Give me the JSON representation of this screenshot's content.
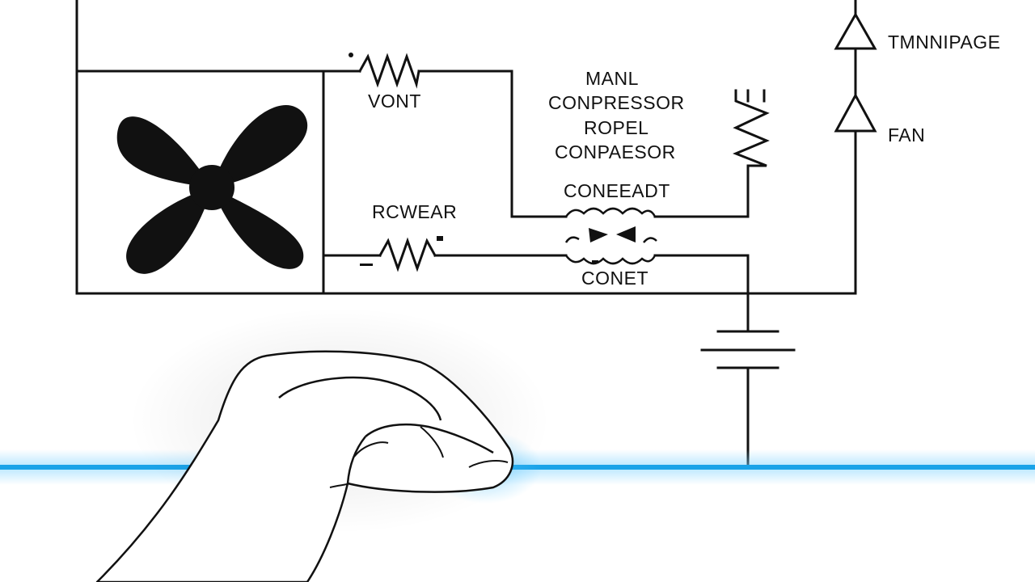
{
  "labels": {
    "top_right": "TMNNIPAGE",
    "fan": "FAN",
    "resistor_top": "VONT",
    "compressor_1": "MANL",
    "compressor_2": "CONPRESSOR",
    "compressor_3": "ROPEL",
    "compressor_4": "CONPAESOR",
    "contact_top": "CONEEADT",
    "resistor_bottom": "RCWEAR",
    "contact_bottom": "CONET"
  },
  "colors": {
    "line": "#111111",
    "glow_line": "#1aa3e8",
    "glow_halo": "#7fd3ff",
    "background": "#ffffff"
  }
}
